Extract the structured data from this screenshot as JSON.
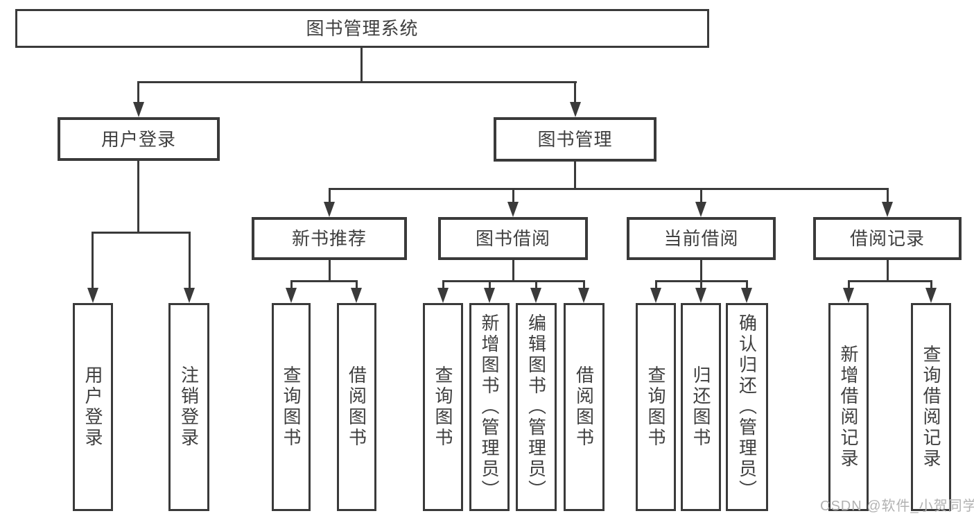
{
  "tree": {
    "root": "图书管理系统",
    "login_branch": {
      "label": "用户登录",
      "children": [
        "用户登录",
        "注销登录"
      ]
    },
    "mgmt_branch": {
      "label": "图书管理",
      "groups": [
        {
          "label": "新书推荐",
          "children": [
            "查询图书",
            "借阅图书"
          ]
        },
        {
          "label": "图书借阅",
          "children": [
            "查询图书",
            "新增图书（管理员）",
            "编辑图书（管理员）",
            "借阅图书"
          ]
        },
        {
          "label": "当前借阅",
          "children": [
            "查询图书",
            "归还图书",
            "确认归还（管理员）"
          ]
        },
        {
          "label": "借阅记录",
          "children": [
            "新增借阅记录",
            "查询借阅记录"
          ]
        }
      ]
    }
  },
  "watermark": "CSDN @软件_小贺同学",
  "colors": {
    "line": "#3a3a3a",
    "text": "#3f3f3f",
    "background": "#ffffff",
    "watermark": "#b2b2b2"
  }
}
